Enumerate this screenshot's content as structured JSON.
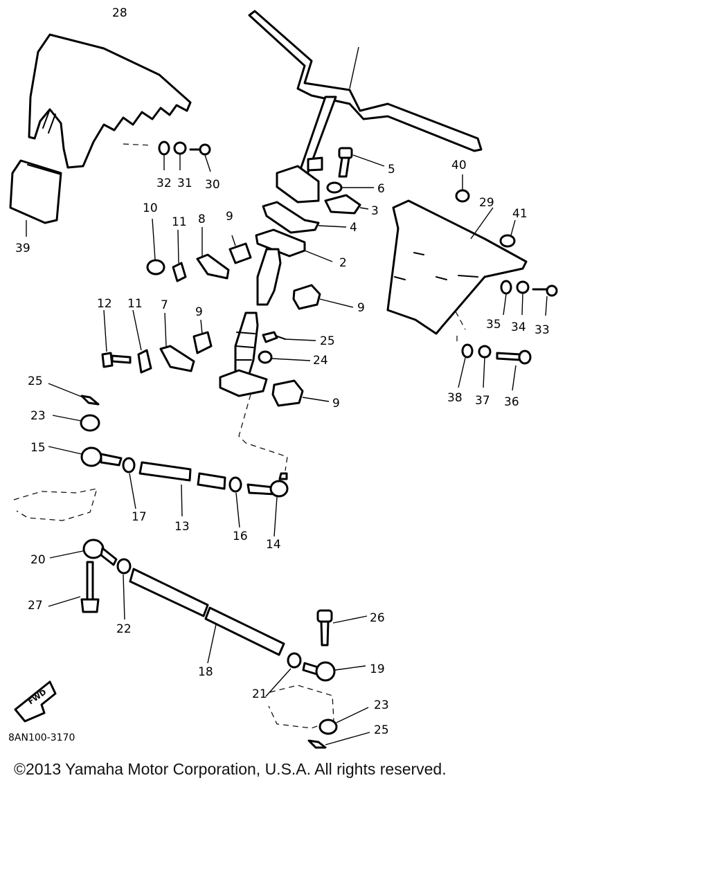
{
  "diagram": {
    "part_labels": [
      {
        "id": "lbl-28",
        "text": "28"
      },
      {
        "id": "lbl-32",
        "text": "32"
      },
      {
        "id": "lbl-31",
        "text": "31"
      },
      {
        "id": "lbl-30",
        "text": "30"
      },
      {
        "id": "lbl-39",
        "text": "39"
      },
      {
        "id": "lbl-5",
        "text": "5"
      },
      {
        "id": "lbl-6",
        "text": "6"
      },
      {
        "id": "lbl-3",
        "text": "3"
      },
      {
        "id": "lbl-4",
        "text": "4"
      },
      {
        "id": "lbl-40",
        "text": "40"
      },
      {
        "id": "lbl-29",
        "text": "29"
      },
      {
        "id": "lbl-41",
        "text": "41"
      },
      {
        "id": "lbl-10",
        "text": "10"
      },
      {
        "id": "lbl-11a",
        "text": "11"
      },
      {
        "id": "lbl-8",
        "text": "8"
      },
      {
        "id": "lbl-9a",
        "text": "9"
      },
      {
        "id": "lbl-2",
        "text": "2"
      },
      {
        "id": "lbl-12",
        "text": "12"
      },
      {
        "id": "lbl-11b",
        "text": "11"
      },
      {
        "id": "lbl-7",
        "text": "7"
      },
      {
        "id": "lbl-9b",
        "text": "9"
      },
      {
        "id": "lbl-9c",
        "text": "9"
      },
      {
        "id": "lbl-35",
        "text": "35"
      },
      {
        "id": "lbl-34",
        "text": "34"
      },
      {
        "id": "lbl-33",
        "text": "33"
      },
      {
        "id": "lbl-25a",
        "text": "25"
      },
      {
        "id": "lbl-24",
        "text": "24"
      },
      {
        "id": "lbl-38",
        "text": "38"
      },
      {
        "id": "lbl-37",
        "text": "37"
      },
      {
        "id": "lbl-36",
        "text": "36"
      },
      {
        "id": "lbl-25b",
        "text": "25"
      },
      {
        "id": "lbl-9d",
        "text": "9"
      },
      {
        "id": "lbl-23a",
        "text": "23"
      },
      {
        "id": "lbl-15",
        "text": "15"
      },
      {
        "id": "lbl-17",
        "text": "17"
      },
      {
        "id": "lbl-13",
        "text": "13"
      },
      {
        "id": "lbl-16",
        "text": "16"
      },
      {
        "id": "lbl-14",
        "text": "14"
      },
      {
        "id": "lbl-20",
        "text": "20"
      },
      {
        "id": "lbl-27",
        "text": "27"
      },
      {
        "id": "lbl-22",
        "text": "22"
      },
      {
        "id": "lbl-26",
        "text": "26"
      },
      {
        "id": "lbl-18",
        "text": "18"
      },
      {
        "id": "lbl-19",
        "text": "19"
      },
      {
        "id": "lbl-21",
        "text": "21"
      },
      {
        "id": "lbl-23b",
        "text": "23"
      },
      {
        "id": "lbl-25c",
        "text": "25"
      }
    ],
    "fwd_label": "FWD",
    "diagram_code": "8AN100-3170"
  },
  "footer": {
    "copyright": "©2013 Yamaha Motor Corporation, U.S.A. All rights reserved."
  }
}
